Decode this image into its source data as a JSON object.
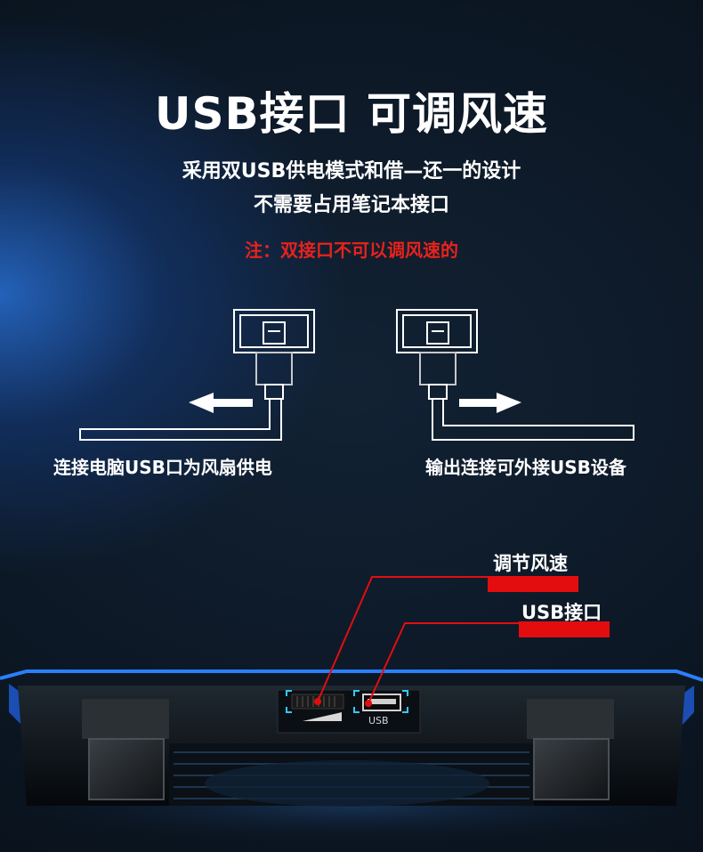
{
  "title": "USB接口 可调风速",
  "subtitle_line1": "采用双USB供电模式和借—还一的设计",
  "subtitle_line2": "不需要占用笔记本接口",
  "note": "注：双接口不可以调风速的",
  "diagram": {
    "left_label": "连接电脑USB口为风扇供电",
    "right_label": "输出连接可外接USB设备"
  },
  "callouts": {
    "speed": "调节风速",
    "usb_port": "USB接口"
  },
  "device": {
    "port_label": "USB"
  },
  "colors": {
    "accent_red": "#e30d10",
    "glow_blue": "#2a7fff"
  }
}
